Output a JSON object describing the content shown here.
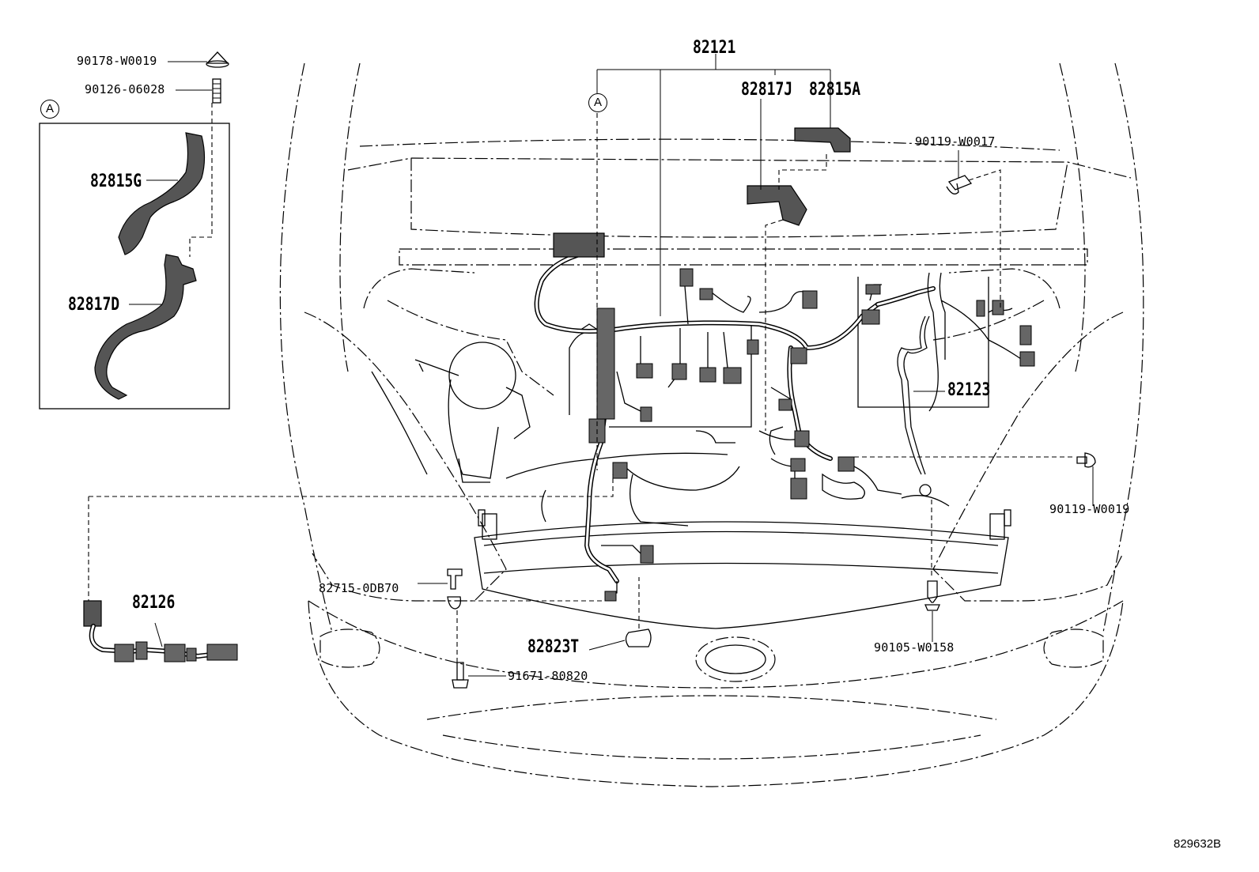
{
  "labels": {
    "p82121": "82121",
    "p82817J": "82817J",
    "p82815A": "82815A",
    "p90119_W0017": "90119-W0017",
    "p82123": "82123",
    "p90119_W0019": "90119-W0019",
    "p90105_W0158": "90105-W0158",
    "p82823T": "82823T",
    "p91671_80820": "91671-80820",
    "p82715_0DB70": "82715-0DB70",
    "p82126": "82126",
    "p90178_W0019": "90178-W0019",
    "p90126_06028": "90126-06028",
    "p82815G": "82815G",
    "p82817D": "82817D",
    "callout_a": "A",
    "drawing_ref": "829632B"
  }
}
